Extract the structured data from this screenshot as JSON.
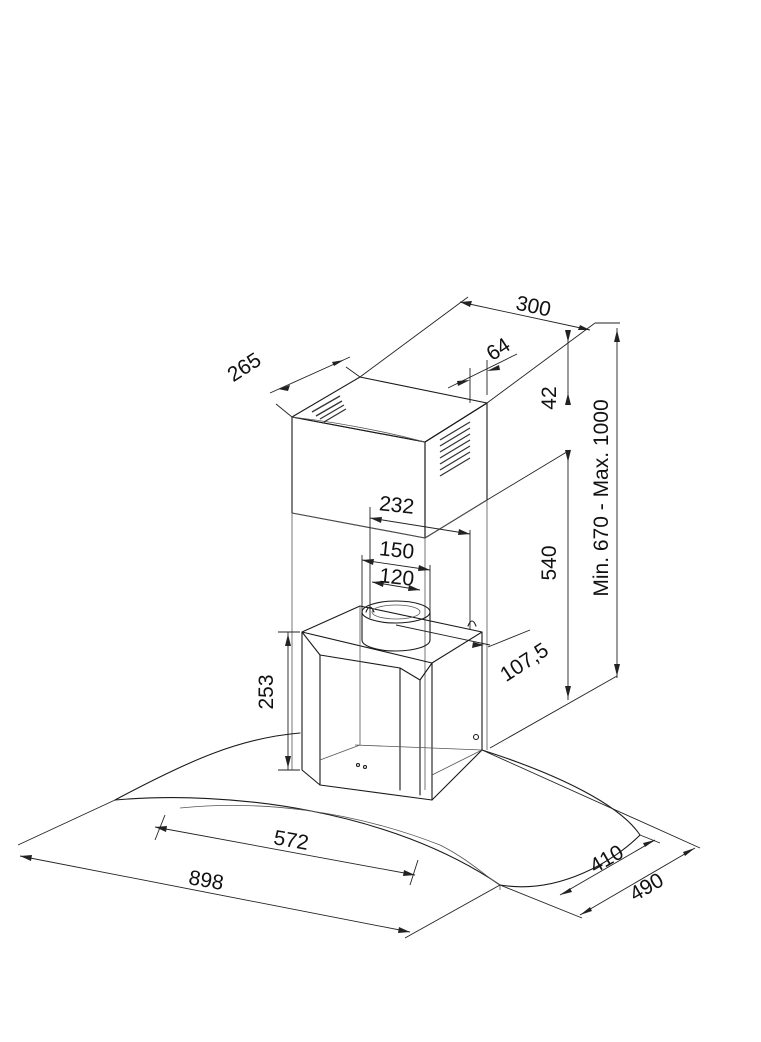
{
  "dimensions": {
    "chimney_width": "300",
    "chimney_depth": "265",
    "outlet_offset": "64",
    "top_bracket": "42",
    "total_height": "Min. 670 - Max. 1000",
    "bracket_width": "232",
    "outlet_outer": "150",
    "outlet_inner": "120",
    "lower_chimney_height": "540",
    "outlet_depth": "107,5",
    "body_height": "253",
    "inner_width": "572",
    "hood_width": "898",
    "glass_depth": "410",
    "hood_depth": "490"
  },
  "colors": {
    "line": "#1a1a1a",
    "background": "#ffffff"
  }
}
